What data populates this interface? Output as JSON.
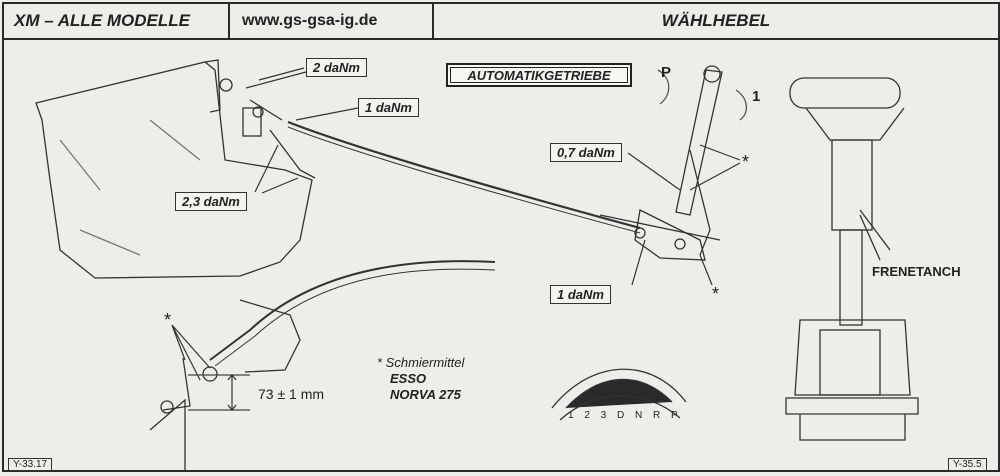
{
  "header": {
    "model": "XM – ALLE MODELLE",
    "website": "www.gs-gsa-ig.de",
    "title": "WÄHLHEBEL"
  },
  "section_title": "AUTOMATIKGETRIEBE",
  "torques": {
    "t1": "2 daNm",
    "t2": "1 daNm",
    "t3": "2,3 daNm",
    "t4": "0,7 daNm",
    "t5": "1 daNm"
  },
  "marks": {
    "asterisk": "*",
    "p": "P",
    "one": "1"
  },
  "measurement": "73 ± 1 mm",
  "lubricant": {
    "line1": "* Schmiermittel",
    "line2": "ESSO",
    "line3": "NORVA 275"
  },
  "frenetanch": "FRENETANCH",
  "gate_labels": "1 2 3 D N R P",
  "refs": {
    "left": "Y-33.17",
    "right": "Y-35.5"
  }
}
